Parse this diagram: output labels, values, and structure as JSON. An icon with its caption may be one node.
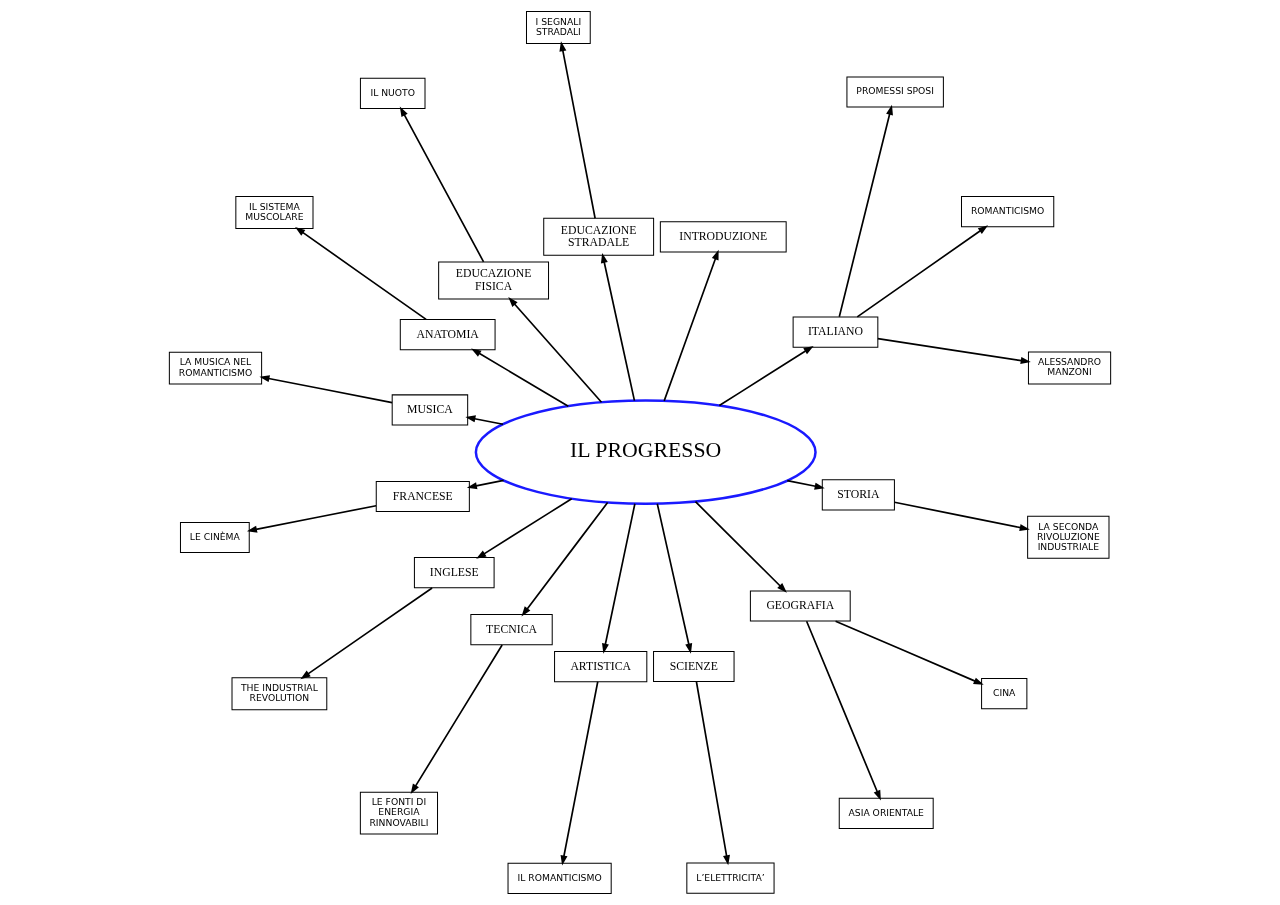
{
  "diagram": {
    "nodes": [
      {
        "text": [
          "IL PROGRESSO"
        ]
      },
      {
        "text": [
          "ITALIANO"
        ]
      },
      {
        "text": [
          "INTRODUZIONE"
        ]
      },
      {
        "text": [
          "EDUCAZIONE STRADALE"
        ]
      },
      {
        "text": [
          "EDUCAZIONE FISICA"
        ]
      },
      {
        "text": [
          "ANATOMIA"
        ]
      },
      {
        "text": [
          "MUSICA"
        ]
      },
      {
        "text": [
          "FRANCESE"
        ]
      },
      {
        "text": [
          "INGLESE"
        ]
      },
      {
        "text": [
          "TECNICA"
        ]
      },
      {
        "text": [
          "ARTISTICA"
        ]
      },
      {
        "text": [
          "SCIENZE"
        ]
      },
      {
        "text": [
          "GEOGRAFIA"
        ]
      },
      {
        "text": [
          "STORIA"
        ]
      },
      {
        "text": [
          "ALESSANDRO MANZONI"
        ]
      },
      {
        "text": [
          "ROMANTICISMO"
        ]
      },
      {
        "text": [
          "PROMESSI SPOSI"
        ]
      },
      {
        "text": [
          "I SEGNALI STRADALI"
        ]
      },
      {
        "text": [
          "IL NUOTO"
        ]
      },
      {
        "text": [
          "IL SISTEMA MUSCOLARE"
        ]
      },
      {
        "text": [
          "LA MUSICA NEL ROMANTICISMO"
        ]
      },
      {
        "text": [
          "LE CINÈMA"
        ]
      },
      {
        "text": [
          "THE INDUSTRIAL REVOLUTION"
        ]
      },
      {
        "text": [
          "LE FONTI DI ENERGIA RINNOVABILI"
        ]
      },
      {
        "text": [
          "IL ROMANTICISMO"
        ]
      },
      {
        "text": [
          "L’ELETTRICITA’"
        ]
      },
      {
        "text": [
          "ASIA ORIENTALE"
        ]
      },
      {
        "text": [
          "CINA"
        ]
      },
      {
        "text": [
          "LA SECONDA RIVOLUZIONE INDUSTRIALE"
        ]
      }
    ],
    "edges": [
      {
        "from": 0,
        "to": 1,
        "arrow": "to"
      },
      {
        "from": 0,
        "to": 2,
        "arrow": "to"
      },
      {
        "from": 0,
        "to": 3,
        "arrow": "to"
      },
      {
        "from": 0,
        "to": 4,
        "arrow": "to"
      },
      {
        "from": 0,
        "to": 5,
        "arrow": "to"
      },
      {
        "from": 0,
        "to": 6,
        "arrow": "to"
      },
      {
        "from": 0,
        "to": 7,
        "arrow": "to"
      },
      {
        "from": 0,
        "to": 8,
        "arrow": "to"
      },
      {
        "from": 0,
        "to": 9,
        "arrow": "to"
      },
      {
        "from": 0,
        "to": 10,
        "arrow": "to"
      },
      {
        "from": 0,
        "to": 11,
        "arrow": "to"
      },
      {
        "from": 0,
        "to": 12,
        "arrow": "to"
      },
      {
        "from": 0,
        "to": 13,
        "arrow": "to"
      },
      {
        "from": 1,
        "to": 14,
        "arrow": "to"
      },
      {
        "from": 1,
        "to": 15,
        "arrow": "to"
      },
      {
        "from": 1,
        "to": 16,
        "arrow": "to"
      },
      {
        "from": 3,
        "to": 17,
        "arrow": "to"
      },
      {
        "from": 4,
        "to": 18,
        "arrow": "to"
      },
      {
        "from": 5,
        "to": 19,
        "arrow": "to"
      },
      {
        "from": 6,
        "to": 20,
        "arrow": "to"
      },
      {
        "from": 7,
        "to": 21,
        "arrow": "to"
      },
      {
        "from": 8,
        "to": 22,
        "arrow": "to"
      },
      {
        "from": 9,
        "to": 23,
        "arrow": "to"
      },
      {
        "from": 10,
        "to": 24,
        "arrow": "to"
      },
      {
        "from": 11,
        "to": 25,
        "arrow": "to"
      },
      {
        "from": 12,
        "to": 26,
        "arrow": "to"
      },
      {
        "from": 12,
        "to": 27,
        "arrow": "to"
      },
      {
        "from": 13,
        "to": 28,
        "arrow": "to"
      }
    ]
  }
}
